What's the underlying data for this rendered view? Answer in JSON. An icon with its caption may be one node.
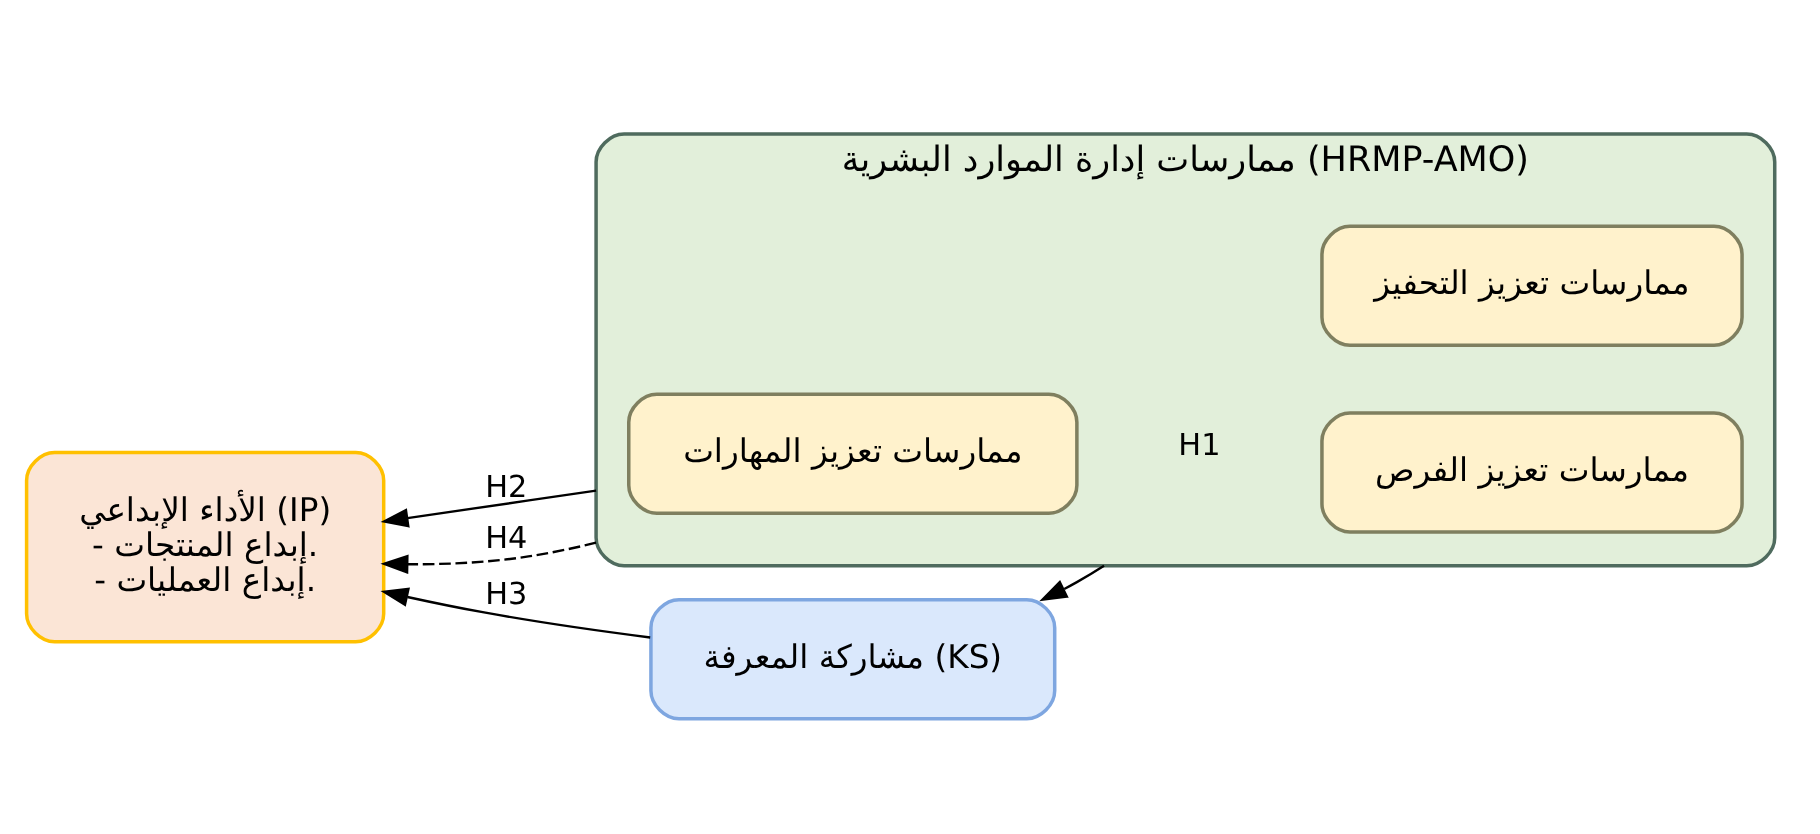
{
  "diagram": {
    "nodes": [
      {
        "text": [
          "ممارسات إدارة الموارد البشرية (HRMP-AMO)"
        ]
      },
      {
        "text": [
          "ممارسات تعزيز المهارات"
        ],
        "in": 0
      },
      {
        "text": [
          "ممارسات تعزيز التحفيز"
        ],
        "in": 0
      },
      {
        "text": [
          "ممارسات تعزيز الفرص"
        ],
        "in": 0
      },
      {
        "text": [
          "مشاركة المعرفة (KS)"
        ]
      },
      {
        "text": [
          "الأداء الإبداعي (IP)",
          "- إبداع المنتجات.",
          "- إبداع العمليات."
        ]
      }
    ],
    "edges": [
      {
        "from": 0,
        "to": 5,
        "arrow": "to",
        "label": "H2"
      },
      {
        "from": 0,
        "to": 4,
        "arrow": "to",
        "label": "H1"
      },
      {
        "from": 4,
        "to": 5,
        "arrow": "to",
        "label": "H3"
      },
      {
        "from": 0,
        "to": 5,
        "arrow": "to",
        "label": "H4",
        "style": "dashed"
      }
    ]
  }
}
